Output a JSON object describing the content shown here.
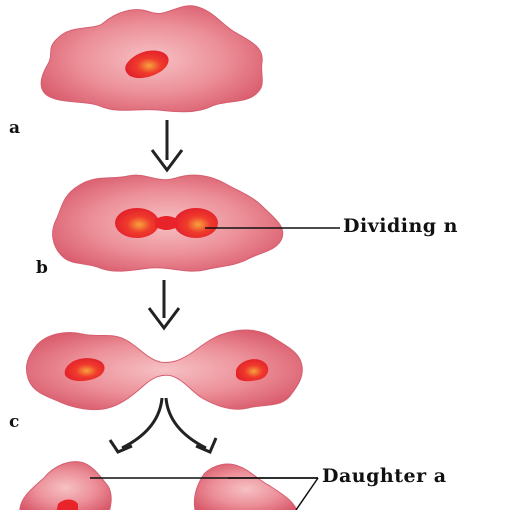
{
  "diagram": {
    "stage_labels": {
      "a": "a",
      "b": "b",
      "c": "c"
    },
    "callouts": {
      "dividing_nucleus": "Dividing n",
      "daughter": "Daughter a"
    },
    "colors": {
      "cell_fill_outer": "#d85a6a",
      "cell_fill_inner": "#f3b3b8",
      "nucleus": "#e8232a",
      "nucleus_highlight": "#f6a03a",
      "arrow": "#222222",
      "pointer_line": "#111111"
    }
  }
}
